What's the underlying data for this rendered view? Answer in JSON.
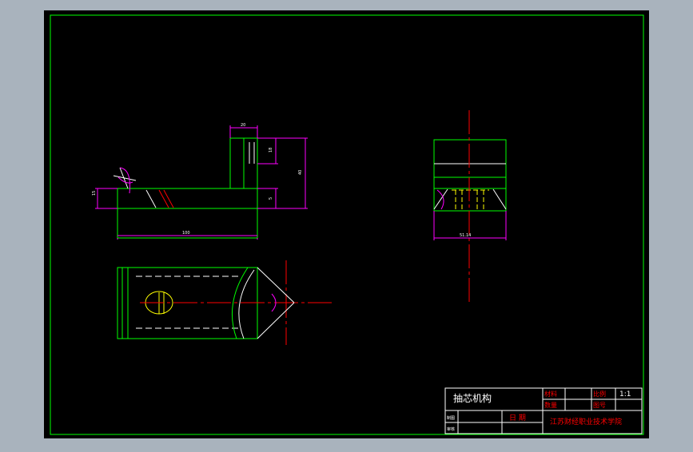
{
  "title_block": {
    "drawing_name": "抽芯机构",
    "material_label": "材料",
    "quantity_label": "数量",
    "scale_label": "比例",
    "scale_value": "1:1",
    "drawing_no_label": "图号",
    "drafter_label": "制图",
    "checker_label": "审核",
    "date_label": "日 期",
    "school": "江苏财经职业技术学院"
  },
  "dimensions": {
    "front_top_width": "20",
    "front_upper_height": "18",
    "front_total_height": "40",
    "front_lower_height": "5",
    "front_left_height": "15",
    "front_bottom_length": "100",
    "side_bottom_width": "51.14"
  },
  "colors": {
    "background": "#000000",
    "frame": "#00ff00",
    "outline": "#00ff00",
    "centerline": "#ff0000",
    "dimension": "#ff00ff",
    "hidden": "#ffff00",
    "white_line": "#ffffff",
    "title_text_red": "#ff0000",
    "title_text_white": "#ffffff"
  }
}
